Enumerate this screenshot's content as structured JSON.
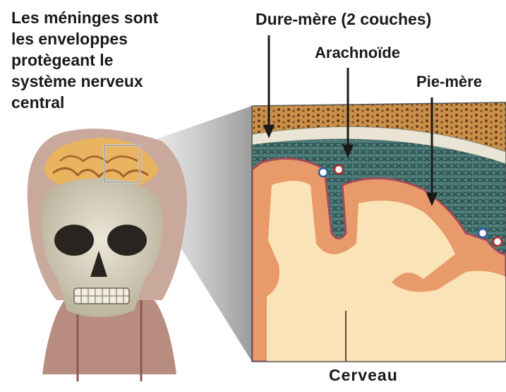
{
  "intro": {
    "lines": [
      "Les méninges sont",
      "les enveloppes",
      "protègeant le",
      "système nerveux",
      "central"
    ]
  },
  "labels": {
    "dura": "Dure-mère (2 couches)",
    "arachnoid": "Arachnoïde",
    "pia": "Pie-mère",
    "brain": "Cerveau"
  },
  "colors": {
    "skull": "#d7d2bf",
    "skin": "#c9a99c",
    "cortex": "#e89a6a",
    "white_matter": "#fae3b6",
    "csf_space": "#4d7d7a",
    "bone": "#b07a3c",
    "pia_line": "#a04c5a"
  }
}
